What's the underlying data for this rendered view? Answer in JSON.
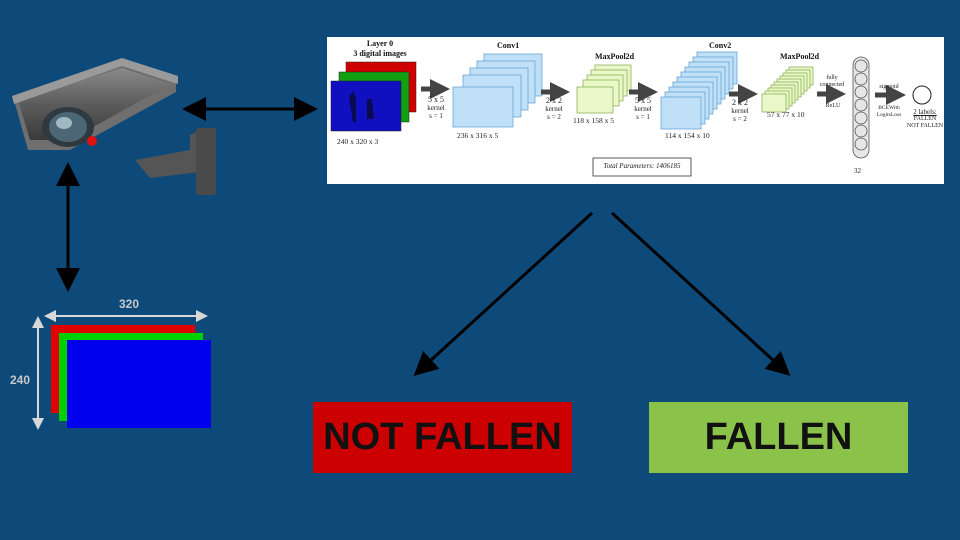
{
  "frames_dims": {
    "width": "320",
    "height": "240"
  },
  "cnn": {
    "layer0_title": "Layer 0",
    "layer0_sub": "3 digital images",
    "input_dims": "240 x 320 x 3",
    "k1": [
      "5 x 5",
      "kernel",
      "s = 1"
    ],
    "conv1_title": "Conv1",
    "conv1_dims": "236 x 316 x 5",
    "k2": [
      "2 x 2",
      "kernel",
      "s = 2"
    ],
    "pool1_title": "MaxPool2d",
    "pool1_dims": "118 x 158 x 5",
    "k3": [
      "5 x 5",
      "kernel",
      "s = 1"
    ],
    "conv2_title": "Conv2",
    "conv2_dims": "114 x 154 x 10",
    "k4": [
      "2 x 2",
      "kernel",
      "s = 2"
    ],
    "pool2_title": "MaxPool2d",
    "pool2_dims": "57 x 77 x 10",
    "fc": [
      "fully",
      "connected"
    ],
    "relu": "ReLU",
    "fc_size": "32",
    "sigmoid": "sigmoid",
    "loss": [
      "BCEWith",
      "LogitsLoss"
    ],
    "labels_title": "2 labels:",
    "labels": [
      "FALLEN",
      "NOT FALLEN"
    ],
    "total_params": "Total Parameters: 1406185"
  },
  "outputs": {
    "not_fallen": "NOT FALLEN",
    "fallen": "FALLEN"
  },
  "colors": {
    "background": "#0d4a7a",
    "not_fallen": "#cc0000",
    "fallen": "#8bc34a",
    "frame_red": "#e00000",
    "frame_green": "#00d000",
    "frame_blue": "#0000ee",
    "conv_fill": "#bfe0f7",
    "pool_fill": "#eaf7c8"
  },
  "icons": [
    "security-camera-icon"
  ]
}
